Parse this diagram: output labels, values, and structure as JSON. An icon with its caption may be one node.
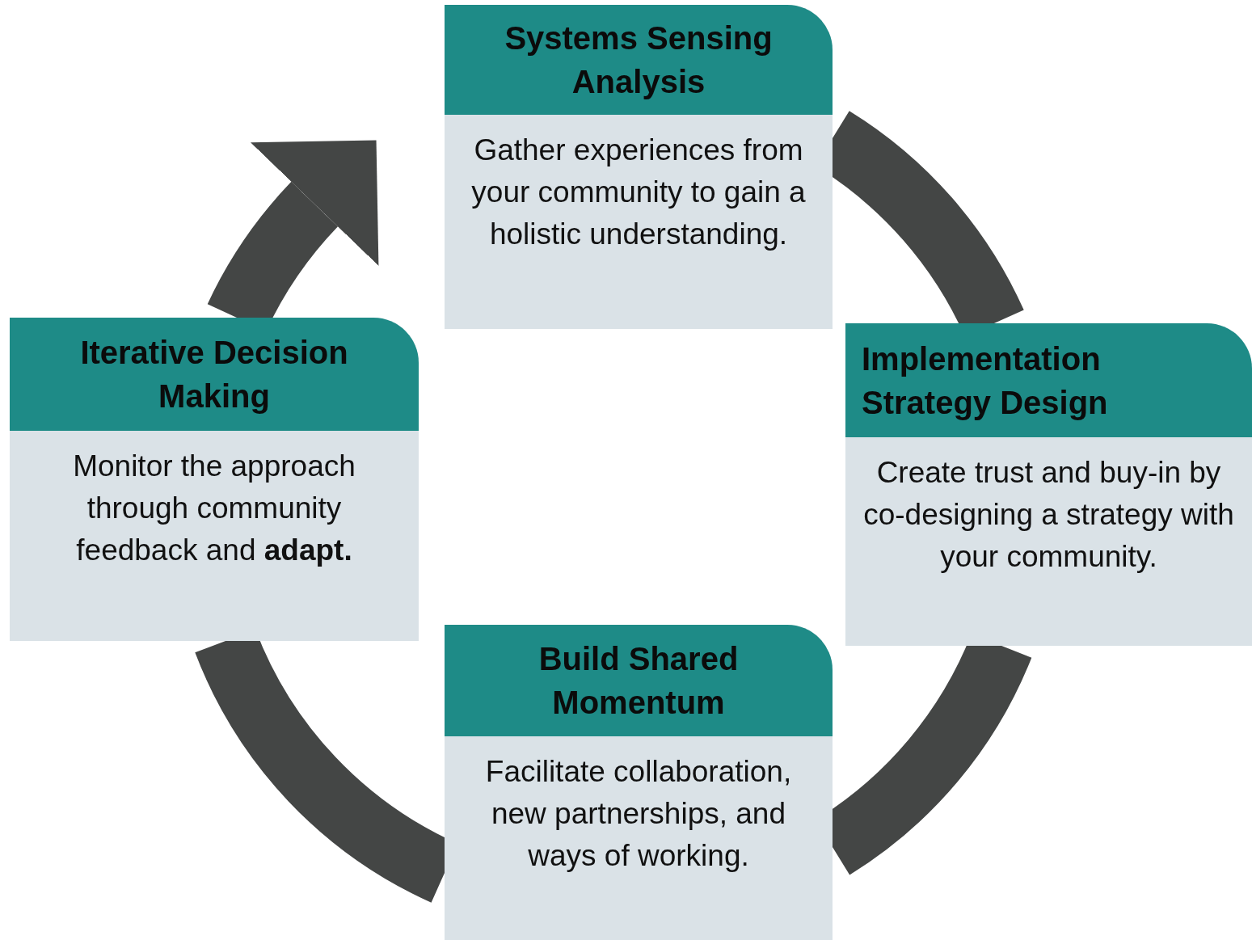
{
  "diagram": {
    "nodes": [
      {
        "text": [
          "Systems Sensing Analysis",
          "Gather experiences from your community to gain a holistic understanding."
        ]
      },
      {
        "text": [
          "Implementation Strategy Design",
          "Create trust and buy-in by co-designing a strategy with your community."
        ]
      },
      {
        "text": [
          "Build Shared Momentum",
          "Facilitate collaboration, new partnerships, and ways of working."
        ]
      },
      {
        "text": [
          "Iterative Decision Making",
          "Monitor the approach through community feedback and **adapt.**"
        ]
      }
    ],
    "edges": [
      {
        "from": 0,
        "to": 1,
        "arrow": "none"
      },
      {
        "from": 1,
        "to": 2,
        "arrow": "none"
      },
      {
        "from": 2,
        "to": 3,
        "arrow": "none"
      },
      {
        "from": 3,
        "to": 0,
        "arrow": "to"
      }
    ]
  }
}
